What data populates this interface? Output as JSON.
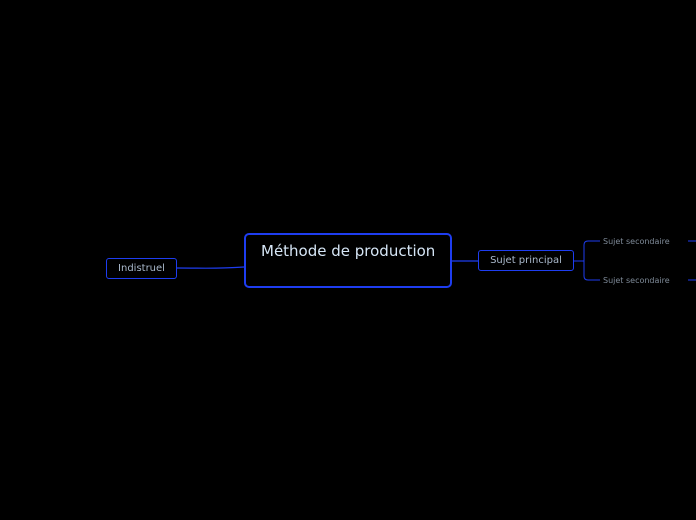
{
  "mindmap": {
    "central_topic": "Méthode de production",
    "left_topic": "Indistruel",
    "main_topic": "Sujet principal",
    "subtopics": [
      "Sujet secondaire",
      "Sujet secondaire"
    ]
  },
  "colors": {
    "background": "#000000",
    "accent": "#1e3df0",
    "central_text": "#d6e6f6",
    "topic_text": "#aab9cc",
    "subtopic_text": "#7f8b99"
  }
}
